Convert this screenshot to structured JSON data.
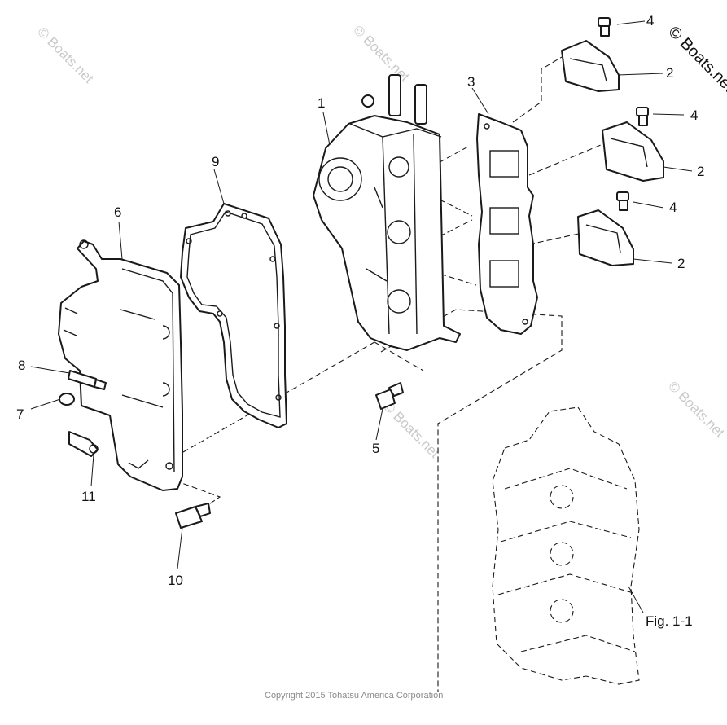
{
  "watermark": {
    "text": "© Boats.net"
  },
  "callouts": {
    "c1": "1",
    "c2a": "2",
    "c2b": "2",
    "c2c": "2",
    "c3": "3",
    "c4a": "4",
    "c4b": "4",
    "c4c": "4",
    "c5": "5",
    "c6": "6",
    "c7": "7",
    "c8": "8",
    "c9": "9",
    "c10": "10",
    "c11": "11"
  },
  "figure_reference": "Fig. 1-1",
  "copyright": "Copyright 2015 Tohatsu America Corporation"
}
